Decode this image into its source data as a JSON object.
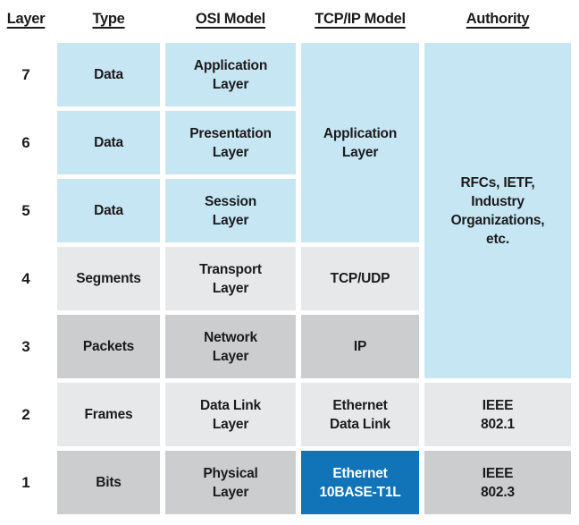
{
  "title": "OSI Model vs TCP/IP Model layer comparison",
  "colors": {
    "light_blue": "#c7e6f4",
    "light_gray": "#e7e8e9",
    "dark_gray": "#cccdce",
    "accent_blue": "#1173b8",
    "text_dark": "#1b1b1b",
    "text_light": "#ffffff"
  },
  "header": {
    "layer": "Layer",
    "type": "Type",
    "osi": "OSI Model",
    "tcpip": "TCP/IP Model",
    "authority": "Authority"
  },
  "rows": [
    {
      "layer": "7",
      "type": "Data",
      "osi": "Application\nLayer"
    },
    {
      "layer": "6",
      "type": "Data",
      "osi": "Presentation\nLayer"
    },
    {
      "layer": "5",
      "type": "Data",
      "osi": "Session\nLayer"
    },
    {
      "layer": "4",
      "type": "Segments",
      "osi": "Transport\nLayer",
      "tcpip": "TCP/UDP"
    },
    {
      "layer": "3",
      "type": "Packets",
      "osi": "Network\nLayer",
      "tcpip": "IP"
    },
    {
      "layer": "2",
      "type": "Frames",
      "osi": "Data Link\nLayer",
      "tcpip": "Ethernet\nData Link",
      "authority": "IEEE\n802.1"
    },
    {
      "layer": "1",
      "type": "Bits",
      "osi": "Physical\nLayer",
      "tcpip": "Ethernet\n10BASE-T1L",
      "authority": "IEEE\n802.3"
    }
  ],
  "merged": {
    "tcpip_upper": "Application\nLayer",
    "authority_upper": "RFCs, IETF,\nIndustry\nOrganizations,\netc."
  }
}
